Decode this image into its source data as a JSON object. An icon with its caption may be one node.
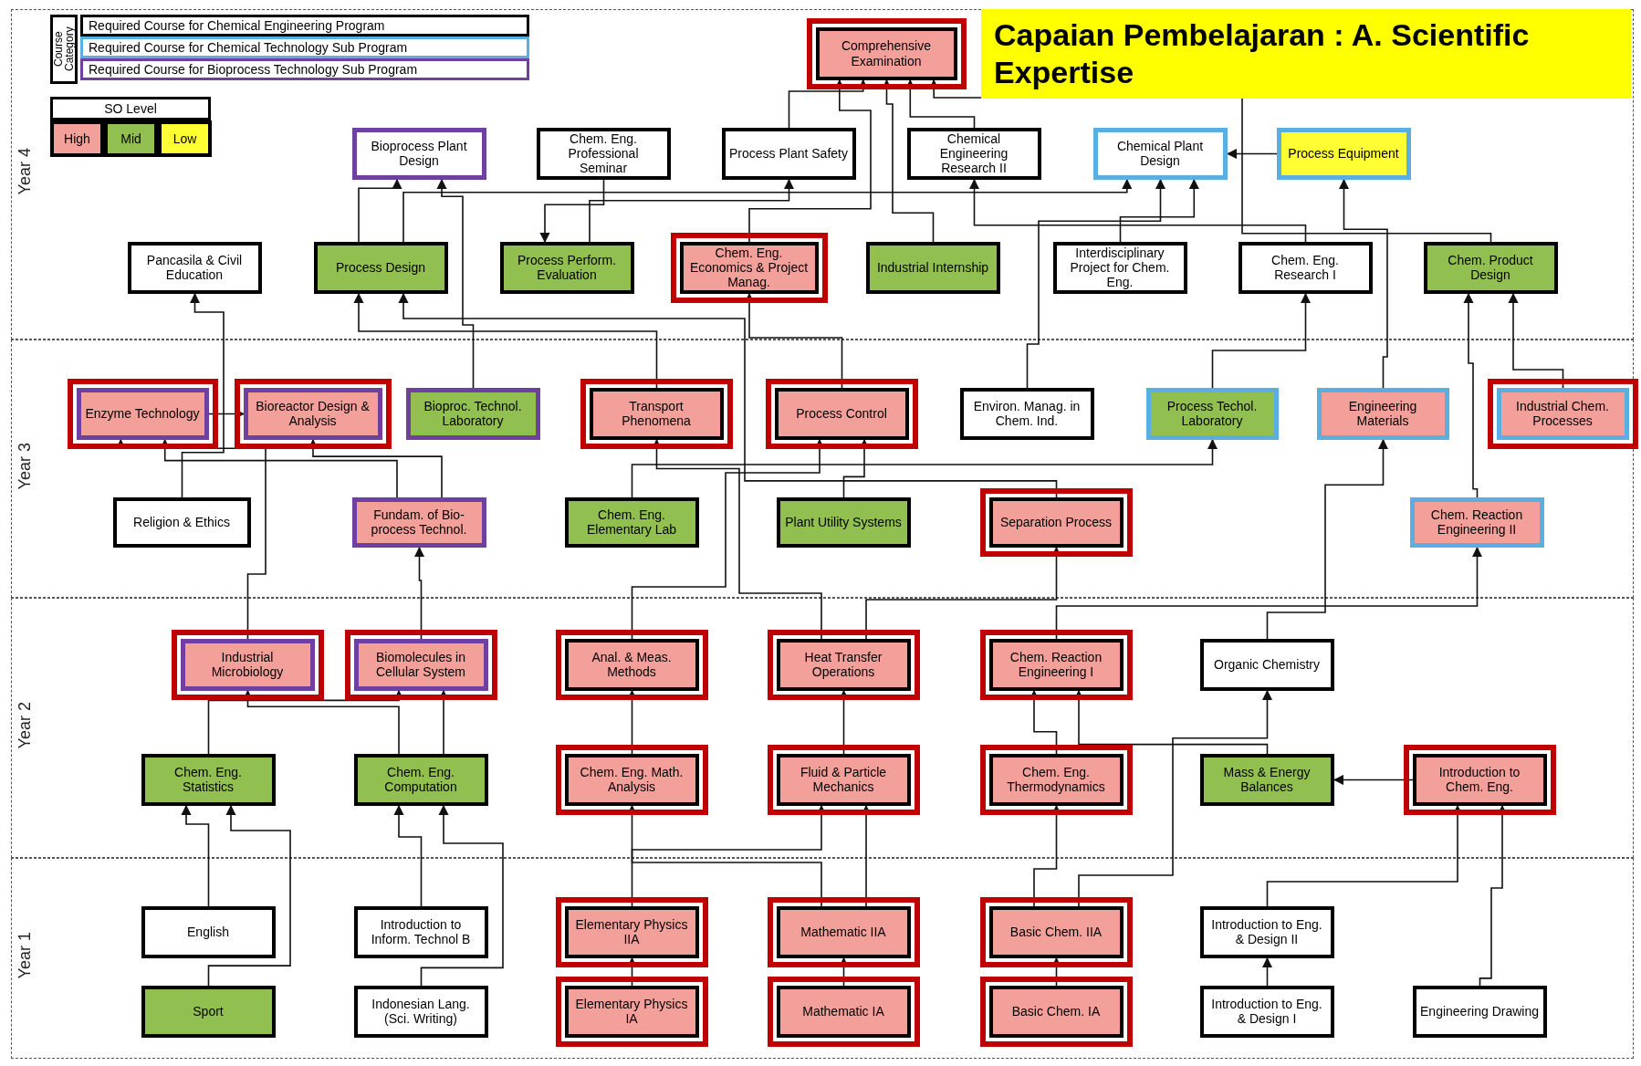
{
  "diagram": {
    "title": "Capaian Pembelajaran : A. Scientific Expertise",
    "nodes": [
      {
        "text": [
          "Year 4"
        ]
      },
      {
        "text": [
          "Comprehensive Examination"
        ],
        "in": 0
      },
      {
        "text": [
          "Bioprocess Plant Design"
        ],
        "in": 0
      },
      {
        "text": [
          "Chem. Eng. Professional Seminar"
        ],
        "in": 0
      },
      {
        "text": [
          "Process Plant Safety"
        ],
        "in": 0
      },
      {
        "text": [
          "Chemical Engineering Research II"
        ],
        "in": 0
      },
      {
        "text": [
          "Chemical Plant Design"
        ],
        "in": 0
      },
      {
        "text": [
          "Process Equipment"
        ],
        "in": 0
      },
      {
        "text": [
          "Pancasila & Civil Education"
        ],
        "in": 0
      },
      {
        "text": [
          "Process Design"
        ],
        "in": 0
      },
      {
        "text": [
          "Process Perform. Evaluation"
        ],
        "in": 0
      },
      {
        "text": [
          "Chem. Eng. Economics & Project Manag."
        ],
        "in": 0
      },
      {
        "text": [
          "Industrial Internship"
        ],
        "in": 0
      },
      {
        "text": [
          "Interdisciplinary Project for Chem. Eng."
        ],
        "in": 0
      },
      {
        "text": [
          "Chem. Eng. Research I"
        ],
        "in": 0
      },
      {
        "text": [
          "Chem. Product Design"
        ],
        "in": 0
      },
      {
        "text": [
          "Year 3"
        ]
      },
      {
        "text": [
          "Enzyme Technology"
        ],
        "in": 16
      },
      {
        "text": [
          "Bioreactor Design & Analysis"
        ],
        "in": 16
      },
      {
        "text": [
          "Bioproc. Technol. Laboratory"
        ],
        "in": 16
      },
      {
        "text": [
          "Transport Phenomena"
        ],
        "in": 16
      },
      {
        "text": [
          "Process Control"
        ],
        "in": 16
      },
      {
        "text": [
          "Environ. Manag. in Chem. Ind."
        ],
        "in": 16
      },
      {
        "text": [
          "Process Techol. Laboratory"
        ],
        "in": 16
      },
      {
        "text": [
          "Engineering Materials"
        ],
        "in": 16
      },
      {
        "text": [
          "Industrial Chem. Processes"
        ],
        "in": 16
      },
      {
        "text": [
          "Religion & Ethics"
        ],
        "in": 16
      },
      {
        "text": [
          "Fundam. of Bio-process Technol."
        ],
        "in": 16
      },
      {
        "text": [
          "Chem. Eng. Elementary Lab"
        ],
        "in": 16
      },
      {
        "text": [
          "Plant Utility Systems"
        ],
        "in": 16
      },
      {
        "text": [
          "Separation Process"
        ],
        "in": 16
      },
      {
        "text": [
          "Chem. Reaction Engineering II"
        ],
        "in": 16
      },
      {
        "text": [
          "Year 2"
        ]
      },
      {
        "text": [
          "Industrial Microbiology"
        ],
        "in": 32
      },
      {
        "text": [
          "Biomolecules in Cellular System"
        ],
        "in": 32
      },
      {
        "text": [
          "Anal. & Meas. Methods"
        ],
        "in": 32
      },
      {
        "text": [
          "Heat Transfer Operations"
        ],
        "in": 32
      },
      {
        "text": [
          "Chem. Reaction Engineering I"
        ],
        "in": 32
      },
      {
        "text": [
          "Organic Chemistry"
        ],
        "in": 32
      },
      {
        "text": [
          "Chem. Eng. Statistics"
        ],
        "in": 32
      },
      {
        "text": [
          "Chem. Eng. Computation"
        ],
        "in": 32
      },
      {
        "text": [
          "Chem. Eng. Math. Analysis"
        ],
        "in": 32
      },
      {
        "text": [
          "Fluid & Particle Mechanics"
        ],
        "in": 32
      },
      {
        "text": [
          "Chem. Eng. Thermodynamics"
        ],
        "in": 32
      },
      {
        "text": [
          "Mass & Energy Balances"
        ],
        "in": 32
      },
      {
        "text": [
          "Introduction to Chem. Eng."
        ],
        "in": 32
      },
      {
        "text": [
          "Year 1"
        ]
      },
      {
        "text": [
          "English"
        ],
        "in": 46
      },
      {
        "text": [
          "Introduction to Inform. Technol B"
        ],
        "in": 46
      },
      {
        "text": [
          "Elementary Physics IIA"
        ],
        "in": 46
      },
      {
        "text": [
          "Mathematic IIA"
        ],
        "in": 46
      },
      {
        "text": [
          "Basic Chem. IIA"
        ],
        "in": 46
      },
      {
        "text": [
          "Introduction to Eng. & Design II"
        ],
        "in": 46
      },
      {
        "text": [
          "Sport"
        ],
        "in": 46
      },
      {
        "text": [
          "Indonesian Lang. (Sci. Writing)"
        ],
        "in": 46
      },
      {
        "text": [
          "Elementary Physics IA"
        ],
        "in": 46
      },
      {
        "text": [
          "Mathematic IA"
        ],
        "in": 46
      },
      {
        "text": [
          "Basic Chem. IA"
        ],
        "in": 46
      },
      {
        "text": [
          "Introduction to Eng. & Design I"
        ],
        "in": 46
      },
      {
        "text": [
          "Engineering Drawing"
        ],
        "in": 46
      }
    ],
    "edges": [
      {
        "from": 7,
        "to": 6,
        "arrow": "to"
      },
      {
        "from": 3,
        "to": 10,
        "arrow": "to"
      },
      {
        "from": 10,
        "to": 4,
        "arrow": "to"
      },
      {
        "from": 14,
        "to": 5,
        "arrow": "to"
      },
      {
        "from": 15,
        "to": 1,
        "arrow": "to"
      },
      {
        "from": 12,
        "to": 1,
        "arrow": "to"
      },
      {
        "from": 5,
        "to": 1,
        "arrow": "to"
      },
      {
        "from": 11,
        "to": 1,
        "arrow": "to"
      },
      {
        "from": 4,
        "to": 1,
        "arrow": "to"
      },
      {
        "from": 13,
        "to": 6,
        "arrow": "to"
      },
      {
        "from": 22,
        "to": 6,
        "arrow": "to"
      },
      {
        "from": 9,
        "to": 2,
        "arrow": "to"
      },
      {
        "from": 9,
        "to": 6,
        "arrow": "to"
      },
      {
        "from": 19,
        "to": 2,
        "arrow": "to"
      },
      {
        "from": 17,
        "to": 18,
        "arrow": "to"
      },
      {
        "from": 24,
        "to": 7,
        "arrow": "to"
      },
      {
        "from": 25,
        "to": 15,
        "arrow": "to"
      },
      {
        "from": 31,
        "to": 15,
        "arrow": "to"
      },
      {
        "from": 26,
        "to": 8,
        "arrow": "to"
      },
      {
        "from": 27,
        "to": 18,
        "arrow": "to"
      },
      {
        "from": 27,
        "to": 17,
        "arrow": "to"
      },
      {
        "from": 34,
        "to": 27,
        "arrow": "to"
      },
      {
        "from": 33,
        "to": 17,
        "arrow": "to"
      },
      {
        "from": 40,
        "to": 33,
        "arrow": "to"
      },
      {
        "from": 40,
        "to": 34,
        "arrow": "to"
      },
      {
        "from": 39,
        "to": 34,
        "arrow": "to"
      },
      {
        "from": 47,
        "to": 39,
        "arrow": "to"
      },
      {
        "from": 48,
        "to": 40,
        "arrow": "to"
      },
      {
        "from": 53,
        "to": 39,
        "arrow": "to"
      },
      {
        "from": 54,
        "to": 40,
        "arrow": "to"
      },
      {
        "from": 56,
        "to": 50,
        "arrow": "to"
      },
      {
        "from": 55,
        "to": 49,
        "arrow": "to"
      },
      {
        "from": 57,
        "to": 51,
        "arrow": "to"
      },
      {
        "from": 50,
        "to": 42,
        "arrow": "to"
      },
      {
        "from": 50,
        "to": 41,
        "arrow": "to"
      },
      {
        "from": 49,
        "to": 42,
        "arrow": "to"
      },
      {
        "from": 51,
        "to": 43,
        "arrow": "to"
      },
      {
        "from": 51,
        "to": 38,
        "arrow": "to"
      },
      {
        "from": 41,
        "to": 35,
        "arrow": "to"
      },
      {
        "from": 42,
        "to": 36,
        "arrow": "to"
      },
      {
        "from": 43,
        "to": 37,
        "arrow": "to"
      },
      {
        "from": 44,
        "to": 37,
        "arrow": "to"
      },
      {
        "from": 45,
        "to": 44,
        "arrow": "to"
      },
      {
        "from": 58,
        "to": 52,
        "arrow": "to"
      },
      {
        "from": 52,
        "to": 45,
        "arrow": "to"
      },
      {
        "from": 59,
        "to": 45,
        "arrow": "to"
      },
      {
        "from": 36,
        "to": 20,
        "arrow": "to"
      },
      {
        "from": 36,
        "to": 30,
        "arrow": "to"
      },
      {
        "from": 37,
        "to": 31,
        "arrow": "to"
      },
      {
        "from": 20,
        "to": 9,
        "arrow": "to"
      },
      {
        "from": 30,
        "to": 9,
        "arrow": "to"
      },
      {
        "from": 21,
        "to": 11,
        "arrow": "to"
      },
      {
        "from": 29,
        "to": 21,
        "arrow": "to"
      },
      {
        "from": 28,
        "to": 23,
        "arrow": "to"
      },
      {
        "from": 23,
        "to": 14,
        "arrow": "to"
      },
      {
        "from": 35,
        "to": 21,
        "arrow": "to"
      },
      {
        "from": 38,
        "to": 24,
        "arrow": "to"
      }
    ],
    "labels": [
      "Course Category",
      "SO Level"
    ],
    "legend": [
      {
        "text": "Required Course for Chemical Engineering Program"
      },
      {
        "text": "Required Course for Chemical Technology Sub Program"
      },
      {
        "text": "Required Course for Bioprocess Technology Sub Program"
      },
      {
        "text": "High",
        "color": "#f4a09a"
      },
      {
        "text": "Mid",
        "color": "#92c050"
      },
      {
        "text": "Low",
        "color": "#ffff33"
      }
    ]
  }
}
